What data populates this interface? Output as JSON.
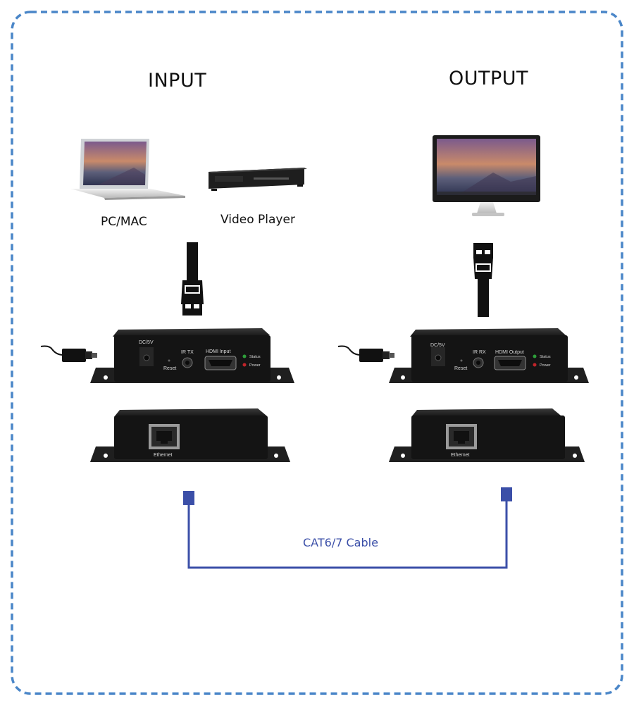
{
  "labels": {
    "input": "INPUT",
    "output": "OUTPUT",
    "pc_mac": "PC/MAC",
    "video_player": "Video Player",
    "cable": "CAT6/7 Cable"
  },
  "transmitter": {
    "dc": "DC/5V",
    "reset": "Reset",
    "ir": "IR TX",
    "hdmi": "HDMI Input",
    "status": "Status",
    "power": "Power",
    "ethernet": "Ethernet"
  },
  "receiver": {
    "dc": "DC/5V",
    "reset": "Reset",
    "ir": "IR RX",
    "hdmi": "HDMI Output",
    "status": "Status",
    "power": "Power",
    "ethernet": "Ethernet"
  },
  "colors": {
    "border": "#4a86c8",
    "cable": "#3b4fa8",
    "device": "#1a1a1a",
    "status_led": "#2e9e3a",
    "power_led": "#c0242a"
  },
  "icons": [
    "laptop-icon",
    "video-player-icon",
    "monitor-icon",
    "hdmi-plug-icon",
    "power-plug-icon",
    "ethernet-port-icon"
  ]
}
